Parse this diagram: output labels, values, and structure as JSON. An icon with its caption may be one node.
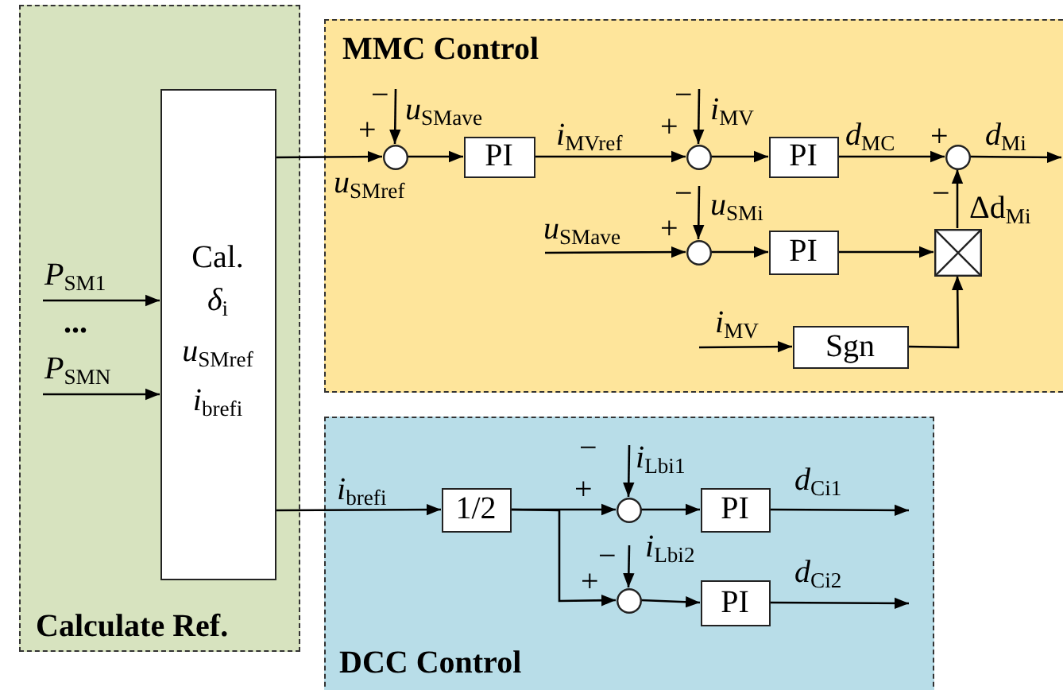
{
  "diagram": {
    "nodes": [
      {
        "text": [
          "Calculate Ref."
        ]
      },
      {
        "text": [
          "Cal.",
          "*δ*$_{i}$",
          "*u*$_{SMref}$",
          "*i*$_{brefi}$"
        ],
        "in": 0
      },
      {
        "text": [
          "MMC Control"
        ]
      },
      {
        "text": [],
        "shape": "circle",
        "in": 2,
        "beside": [
          "−",
          "+"
        ]
      },
      {
        "text": [
          "PI"
        ],
        "in": 2
      },
      {
        "text": [],
        "shape": "circle",
        "in": 2,
        "beside": [
          "−",
          "+"
        ]
      },
      {
        "text": [
          "PI"
        ],
        "in": 2
      },
      {
        "text": [],
        "shape": "circle",
        "in": 2,
        "beside": [
          "+",
          "−"
        ]
      },
      {
        "text": [],
        "shape": "circle",
        "in": 2,
        "beside": [
          "−",
          "+"
        ]
      },
      {
        "text": [
          "PI"
        ],
        "in": 2
      },
      {
        "text": [],
        "shape": "box",
        "in": 2
      },
      {
        "text": [
          "Sgn"
        ],
        "in": 2
      },
      {
        "text": [
          "DCC Control"
        ]
      },
      {
        "text": [
          "1/2"
        ],
        "in": 12
      },
      {
        "text": [],
        "shape": "circle",
        "in": 12,
        "beside": [
          "−",
          "+"
        ]
      },
      {
        "text": [
          "PI"
        ],
        "in": 12
      },
      {
        "text": [],
        "shape": "circle",
        "in": 12,
        "beside": [
          "−",
          "+"
        ]
      },
      {
        "text": [
          "PI"
        ],
        "in": 12
      }
    ],
    "edges": [
      {
        "from": null,
        "to": 1,
        "arrow": "to",
        "label": "*P*$_{SM1}$"
      },
      {
        "from": null,
        "to": 1,
        "arrow": "to",
        "label": "*P*$_{SMN}$"
      },
      {
        "from": 1,
        "to": 3,
        "arrow": "to",
        "label": "*u*$_{SMref}$"
      },
      {
        "from": null,
        "to": 3,
        "arrow": "to",
        "label": "*u*$_{SMave}$"
      },
      {
        "from": 3,
        "to": 4,
        "arrow": "to"
      },
      {
        "from": 4,
        "to": 5,
        "arrow": "to",
        "label": "*i*$_{MVref}$"
      },
      {
        "from": null,
        "to": 5,
        "arrow": "to",
        "label": "*i*$_{MV}$"
      },
      {
        "from": 5,
        "to": 6,
        "arrow": "to"
      },
      {
        "from": 6,
        "to": 7,
        "arrow": "to",
        "label": "*d*$_{MC}$"
      },
      {
        "from": 7,
        "to": null,
        "arrow": "to",
        "label": "*d*$_{Mi}$"
      },
      {
        "from": null,
        "to": 8,
        "arrow": "to",
        "label": "*u*$_{SMi}$"
      },
      {
        "from": null,
        "to": 8,
        "arrow": "to",
        "label": "*u*$_{SMave}$"
      },
      {
        "from": 8,
        "to": 9,
        "arrow": "to"
      },
      {
        "from": 9,
        "to": 10,
        "arrow": "to"
      },
      {
        "from": null,
        "to": 11,
        "arrow": "to",
        "label": "*i*$_{MV}$"
      },
      {
        "from": 11,
        "to": 10,
        "arrow": "to"
      },
      {
        "from": 10,
        "to": 7,
        "arrow": "to",
        "label": "Δd$_{Mi}$"
      },
      {
        "from": 1,
        "to": 13,
        "arrow": "to",
        "label": "*i*$_{brefi}$"
      },
      {
        "from": 13,
        "to": 14,
        "arrow": "to"
      },
      {
        "from": 13,
        "to": 16,
        "arrow": "to"
      },
      {
        "from": null,
        "to": 14,
        "arrow": "to",
        "label": "*i*$_{Lbi1}$"
      },
      {
        "from": 14,
        "to": 15,
        "arrow": "to"
      },
      {
        "from": 15,
        "to": null,
        "arrow": "to",
        "label": "*d*$_{Ci1}$"
      },
      {
        "from": null,
        "to": 16,
        "arrow": "to",
        "label": "*i*$_{Lbi2}$"
      },
      {
        "from": 16,
        "to": 17,
        "arrow": "to"
      },
      {
        "from": 17,
        "to": null,
        "arrow": "to",
        "label": "*d*$_{Ci2}$"
      }
    ],
    "labels": [
      "..."
    ]
  }
}
